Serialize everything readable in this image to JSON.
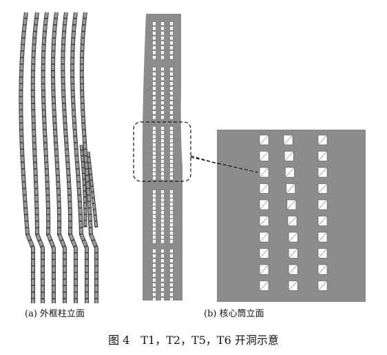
{
  "panel_a_caption": "(a) 外框柱立面",
  "panel_b_caption": "(b) 核心筒立面",
  "figure_title": "图 4　T1，T2，T5，T6 开洞示意",
  "colors": {
    "wall": "#8c8c8c",
    "opening": "#ffffff",
    "column_fill": "#9a9a9a",
    "column_stroke": "#3a3a3a"
  }
}
